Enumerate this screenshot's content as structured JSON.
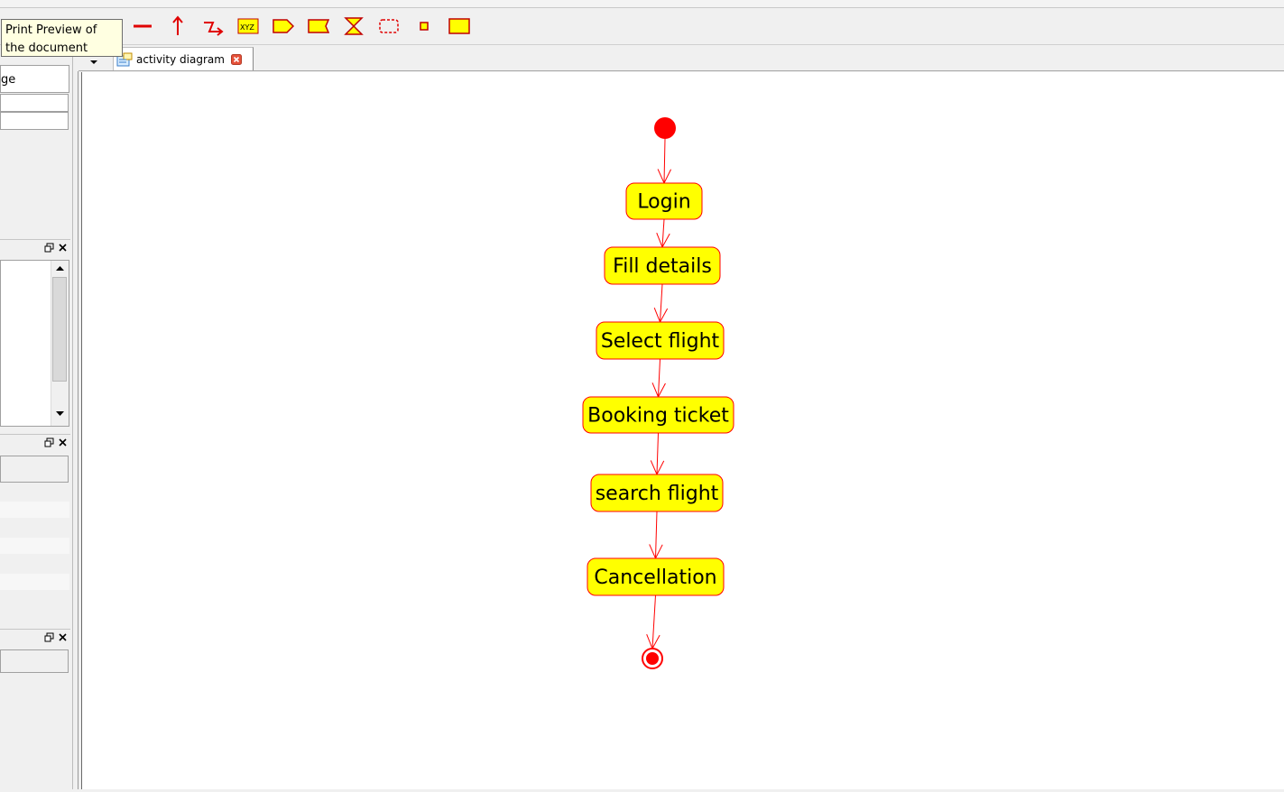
{
  "tooltip": {
    "text": "Print Preview of the document"
  },
  "toolbar": {
    "tools": [
      {
        "name": "transition-tool",
        "icon": "line-icon"
      },
      {
        "name": "arrow-tool",
        "icon": "arrow-up-icon"
      },
      {
        "name": "signal-tool",
        "icon": "signal-icon"
      },
      {
        "name": "object-tool",
        "icon": "object-xyz-icon",
        "label": "XYZ"
      },
      {
        "name": "send-signal-tool",
        "icon": "send-signal-icon"
      },
      {
        "name": "receive-signal-tool",
        "icon": "receive-signal-icon"
      },
      {
        "name": "hourglass-tool",
        "icon": "hourglass-icon"
      },
      {
        "name": "region-tool",
        "icon": "dashed-rect-icon"
      },
      {
        "name": "pin-tool",
        "icon": "small-square-icon"
      },
      {
        "name": "note-tool",
        "icon": "rect-icon"
      }
    ]
  },
  "left_panel": {
    "header_text": "ge"
  },
  "tab": {
    "label": "activity diagram"
  },
  "colors": {
    "node_fill": "#ffff00",
    "line": "#ff0000",
    "initial": "#ff0000"
  },
  "diagram": {
    "nodes": [
      "Login",
      "Fill details",
      "Select flight",
      "Booking ticket",
      "search flight",
      "Cancellation"
    ]
  }
}
